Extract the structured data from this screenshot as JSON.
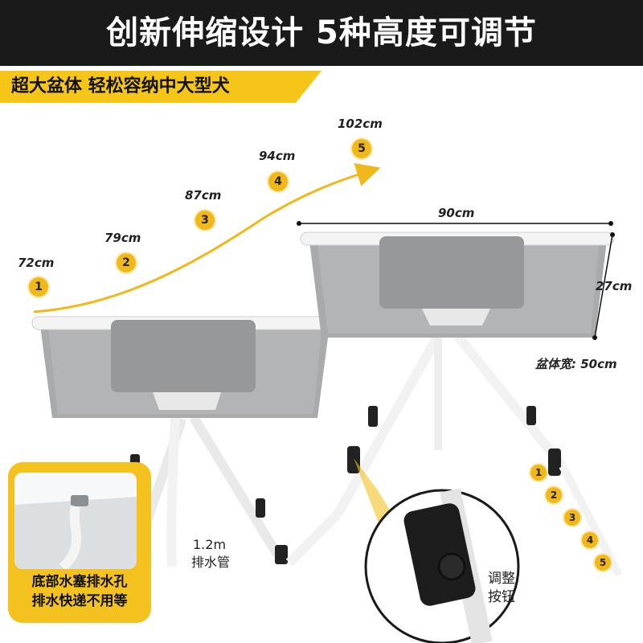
{
  "banner": {
    "title": "创新伸缩设计 5种高度可调节"
  },
  "subbanner": {
    "text": "超大盆体 轻松容纳中大型犬"
  },
  "heights": [
    {
      "num": "1",
      "label": "72cm"
    },
    {
      "num": "2",
      "label": "79cm"
    },
    {
      "num": "3",
      "label": "87cm"
    },
    {
      "num": "4",
      "label": "94cm"
    },
    {
      "num": "5",
      "label": "102cm"
    }
  ],
  "dimensions": {
    "width": "90cm",
    "depth": "27cm",
    "basin_width": "盆体宽: 50cm"
  },
  "drain_pipe": {
    "length": "1.2m",
    "label": "排水管"
  },
  "button_label": {
    "line1": "调整",
    "line2": "按钮"
  },
  "inset": {
    "line1": "底部水塞排水孔",
    "line2": "排水快递不用等"
  },
  "leg_steps": [
    "1",
    "2",
    "3",
    "4",
    "5"
  ],
  "colors": {
    "accent": "#f5c518",
    "banner_bg": "#1a1a1a",
    "tub": "#a9aaac",
    "frame": "#ffffff"
  }
}
